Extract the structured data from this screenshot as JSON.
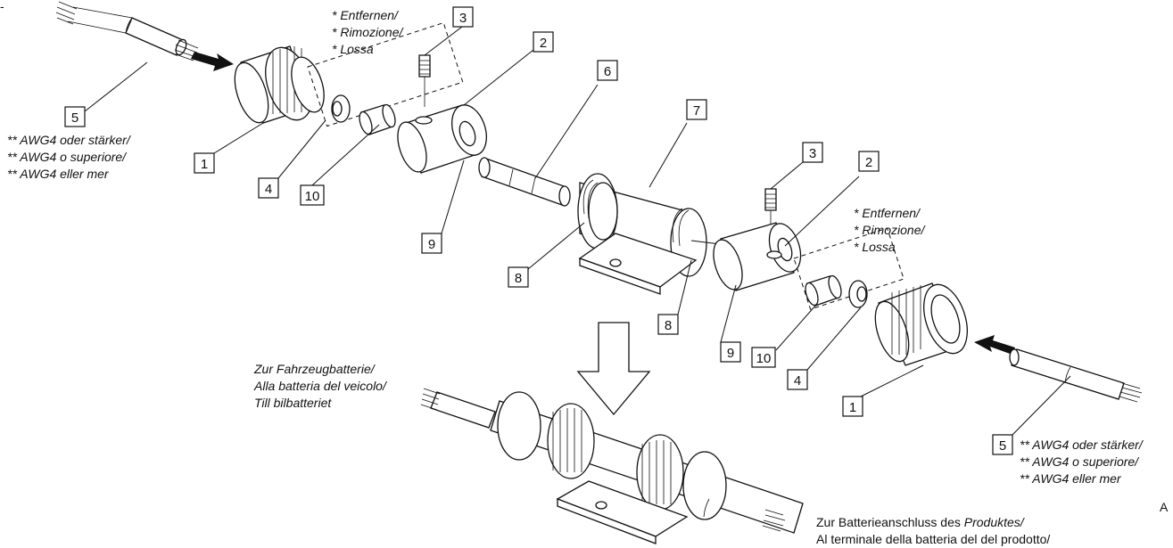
{
  "callouts": {
    "c1a": "1",
    "c1b": "1",
    "c2a": "2",
    "c2b": "2",
    "c3a": "3",
    "c3b": "3",
    "c4a": "4",
    "c4b": "4",
    "c5a": "5",
    "c5b": "5",
    "c6": "6",
    "c7": "7",
    "c8a": "8",
    "c8b": "8",
    "c9a": "9",
    "c9b": "9",
    "c10a": "10",
    "c10b": "10"
  },
  "removal_note": {
    "line1": "* Entfernen/",
    "line2": "* Rimozione/",
    "line3": "* Lossa"
  },
  "cable_note": {
    "line1": "** AWG4 oder stärker/",
    "line2": "** AWG4 o superiore/",
    "line3": "** AWG4 eller mer"
  },
  "vehicle_battery": {
    "line1": "Zur Fahrzeugbatterie/",
    "line2": "Alla batteria del veicolo/",
    "line3": "Till bilbatteriet"
  },
  "product_terminal": {
    "line1_a": "Zur Batterieanschluss des ",
    "line1_b": "Produktes/",
    "line2": "Al terminale della batteria del del prodotto/"
  },
  "edge_letter": "A",
  "edge_mark": "-"
}
